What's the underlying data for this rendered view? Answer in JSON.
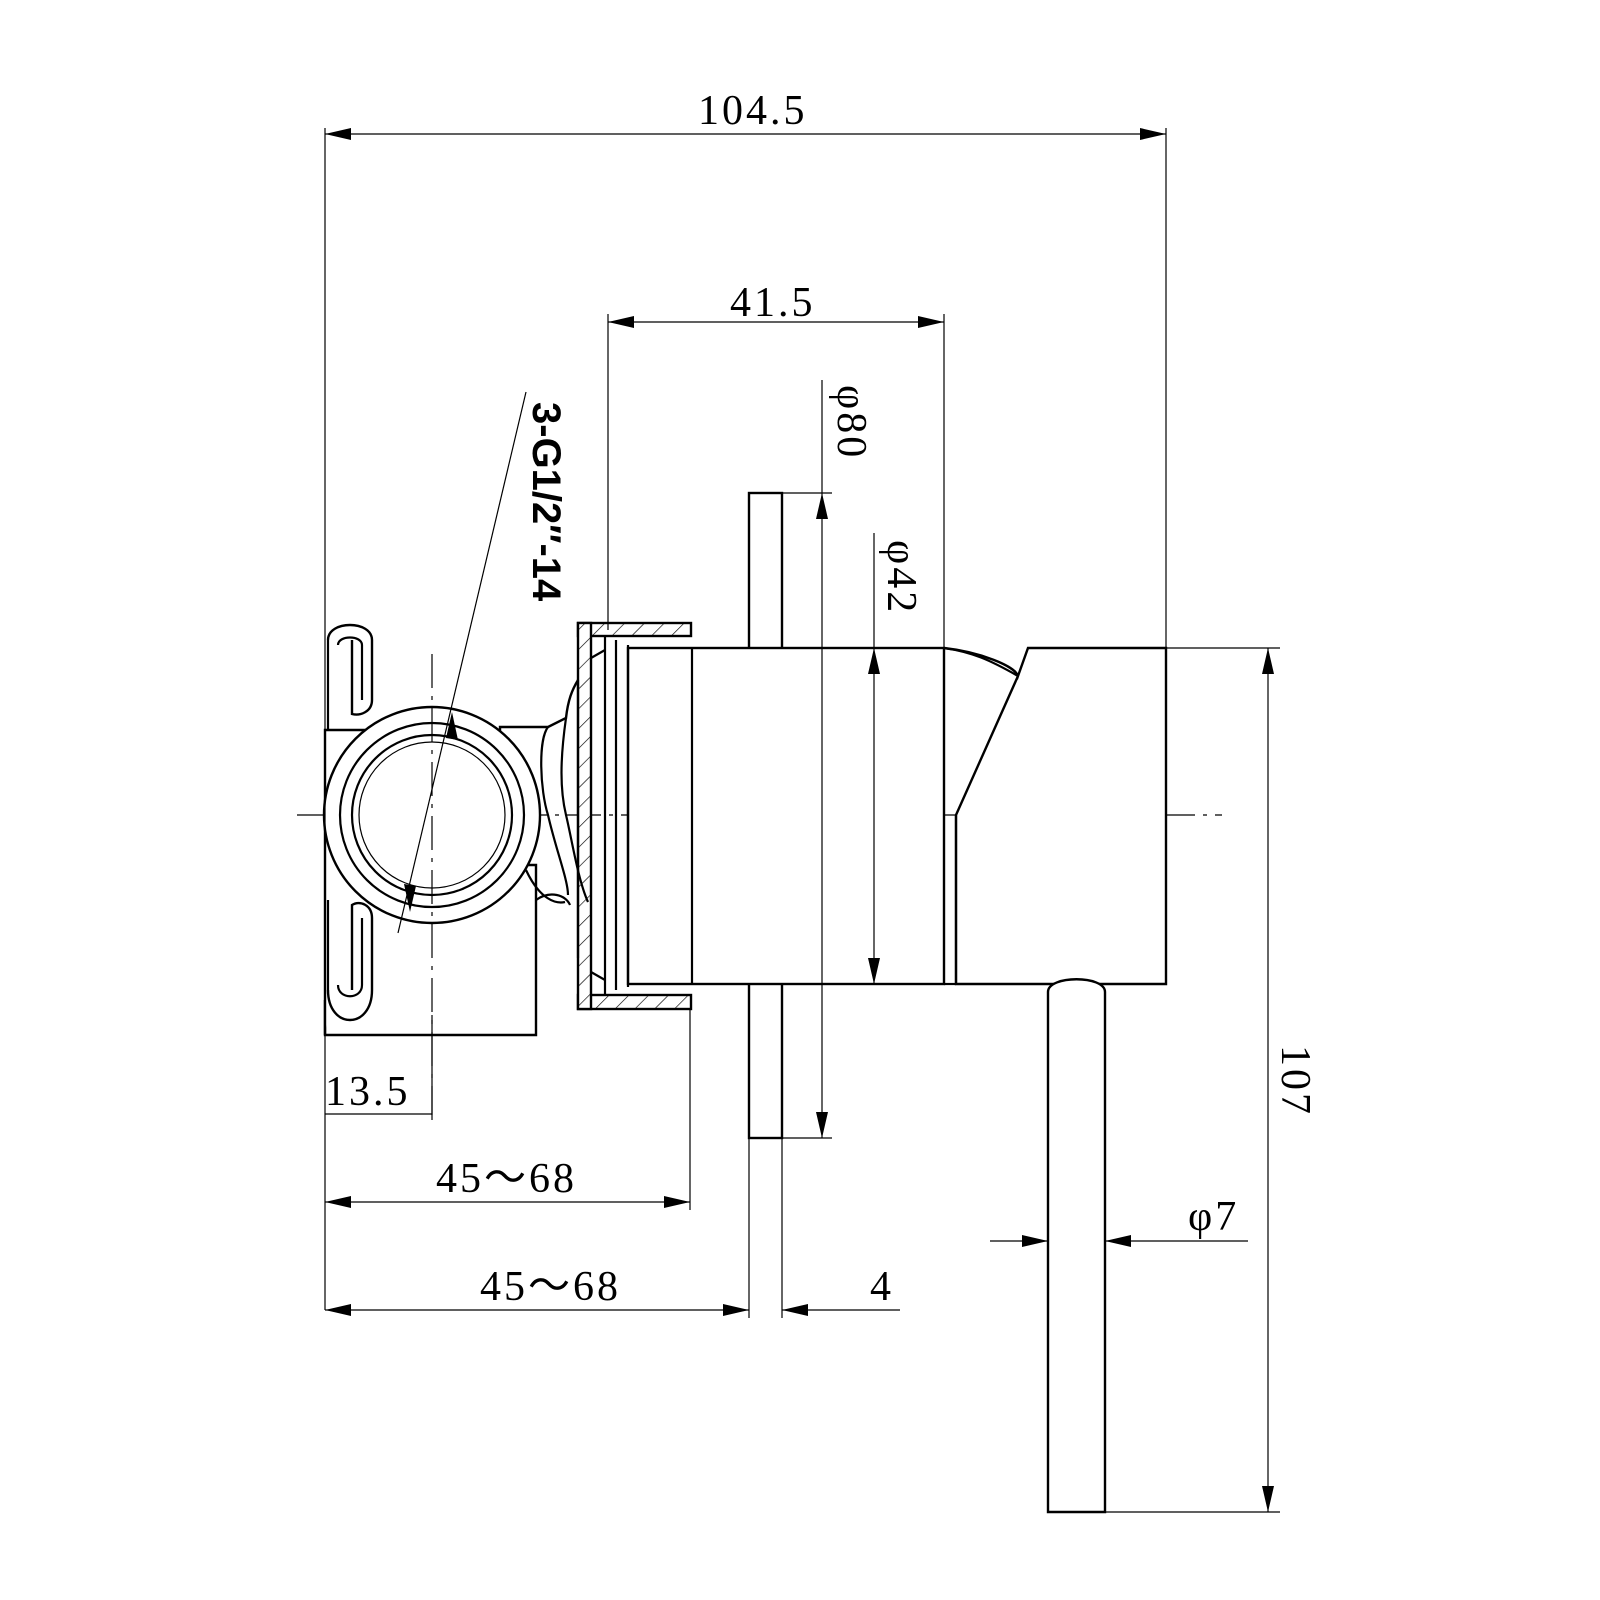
{
  "drawing": {
    "dimensions": {
      "overall_length": "104.5",
      "body_length": "41.5",
      "plate_diameter": "φ80",
      "body_diameter": "φ42",
      "thread_spec": "3-G1/2″-14",
      "inlet_offset": "13.5",
      "install_depth_upper": "45～68",
      "install_depth_lower": "45～68",
      "plate_thickness": "4",
      "overall_height": "107",
      "lever_diameter": "φ7"
    }
  }
}
